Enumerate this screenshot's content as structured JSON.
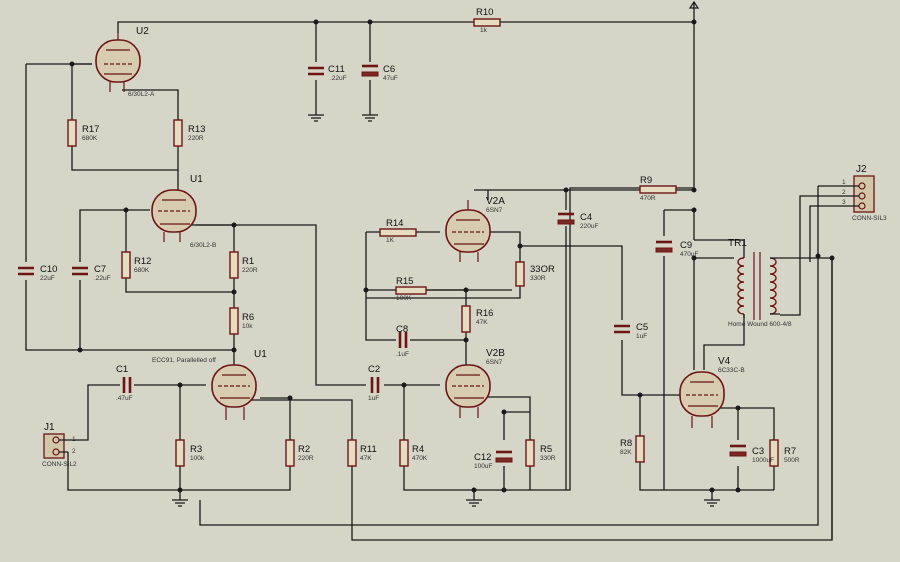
{
  "labels": {
    "u2": "U2",
    "u2_part": "6/30L2-A",
    "u1": "U1",
    "u1_part": "6/30L2-B",
    "u1b": "U1",
    "u1b_part": "ECC91, Parallelled off",
    "v2a": "V2A",
    "v2a_part": "6SN7",
    "v2b": "V2B",
    "v2b_part": "6SN7",
    "v4": "V4",
    "v4_part": "6C33C-B",
    "tr1": "TR1",
    "tr1_part": "Home Wound 600-4/8",
    "j1": "J1",
    "j1_part": "CONN-SIL2",
    "j1_pin1": "1",
    "j1_pin2": "2",
    "j2": "J2",
    "j2_part": "CONN-SIL3",
    "j2_pin1": "1",
    "j2_pin2": "2",
    "j2_pin3": "3",
    "r10": "R10",
    "r10_v": "1k",
    "c11": "C11",
    "c11_v": ".22uF",
    "c6": "C6",
    "c6_v": "47uF",
    "r17": "R17",
    "r17_v": "680K",
    "r13": "R13",
    "r13_v": "220R",
    "c10": "C10",
    "c10_v": "22uF",
    "c7": "C7",
    "c7_v": ".22uF",
    "r12": "R12",
    "r12_v": "680K",
    "r1": "R1",
    "r1_v": "220R",
    "r6": "R6",
    "r6_v": "10k",
    "c1": "C1",
    "c1_v": ".47uF",
    "r3": "R3",
    "r3_v": "100k",
    "r2": "R2",
    "r2_v": "220R",
    "r11": "R11",
    "r11_v": "47K",
    "c2": "C2",
    "c2_v": "1uF",
    "r4": "R4",
    "r4_v": "470K",
    "c12": "C12",
    "c12_v": "100uF",
    "r5": "R5",
    "r5_v": "330R",
    "r14": "R14",
    "r14_v": "1K",
    "r15": "R15",
    "r15_v": "100K",
    "r16": "R16",
    "r16_v": "47K",
    "c8": "C8",
    "c8_v": ".1uF",
    "r_330": "33OR",
    "r_330_v": "330R",
    "c4": "C4",
    "c4_v": "220uF",
    "r9": "R9",
    "r9_v": "470R",
    "c9": "C9",
    "c9_v": "470uF",
    "c5": "C5",
    "c5_v": "1uF",
    "r8": "R8",
    "r8_v": "82K",
    "c3": "C3",
    "c3_v": "1000uF",
    "r7": "R7",
    "r7_v": "500R"
  },
  "colors": {
    "background": "#d5d6c8",
    "component": "#6d1414",
    "wire": "#1a1a1a"
  }
}
